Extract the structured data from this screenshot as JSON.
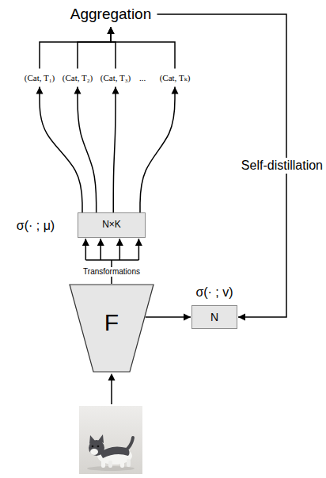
{
  "diagram": {
    "nodes": [
      {
        "text": [
          "Aggregation"
        ]
      },
      {
        "text": [
          "(Cat, T₁)"
        ]
      },
      {
        "text": [
          "(Cat, T₂)"
        ]
      },
      {
        "text": [
          "(Cat, T₃)"
        ]
      },
      {
        "text": [
          "(Cat, Tₖ)"
        ]
      },
      {
        "text": [
          "N×K"
        ]
      },
      {
        "text": [
          "N"
        ]
      },
      {
        "text": [
          "F"
        ]
      }
    ],
    "edges": [
      {
        "from": 5,
        "to": 1,
        "arrow": "to"
      },
      {
        "from": 5,
        "to": 2,
        "arrow": "to"
      },
      {
        "from": 5,
        "to": 3,
        "arrow": "to"
      },
      {
        "from": 5,
        "to": 4,
        "arrow": "to"
      },
      {
        "from": 1,
        "to": 0,
        "arrow": "to"
      },
      {
        "from": 2,
        "to": 0,
        "arrow": "to"
      },
      {
        "from": 3,
        "to": 0,
        "arrow": "to"
      },
      {
        "from": 4,
        "to": 0,
        "arrow": "to"
      },
      {
        "from": 7,
        "to": 5,
        "arrow": "to"
      },
      {
        "from": 7,
        "to": 6,
        "arrow": "to"
      },
      {
        "from": 0,
        "to": 6,
        "label": "Self-distillation",
        "arrow": "to"
      }
    ],
    "labels": [
      "σ(· ; μ)",
      "...",
      "Transformations",
      "σ(· ; v)"
    ]
  }
}
